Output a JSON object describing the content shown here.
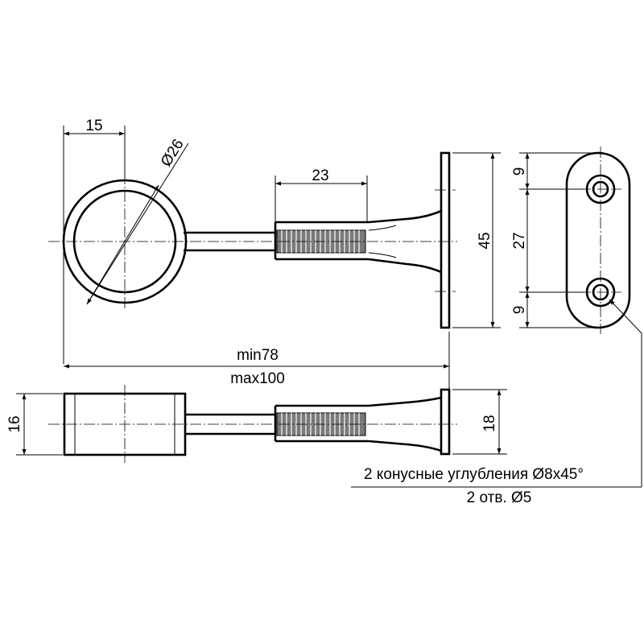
{
  "drawing": {
    "dimensions": {
      "ring_offset": "15",
      "ring_diameter": "Ø26",
      "thread_length": "23",
      "plate_height": "45",
      "hole_spacing_top": "9",
      "hole_spacing_middle": "27",
      "hole_spacing_bottom": "9",
      "length_min": "min78",
      "length_max": "max100",
      "ring_width": "16",
      "plate_width": "18"
    },
    "callout": {
      "line1": "2 конусные углубления Ø8x45°",
      "line2": "2 отв. Ø5"
    }
  }
}
